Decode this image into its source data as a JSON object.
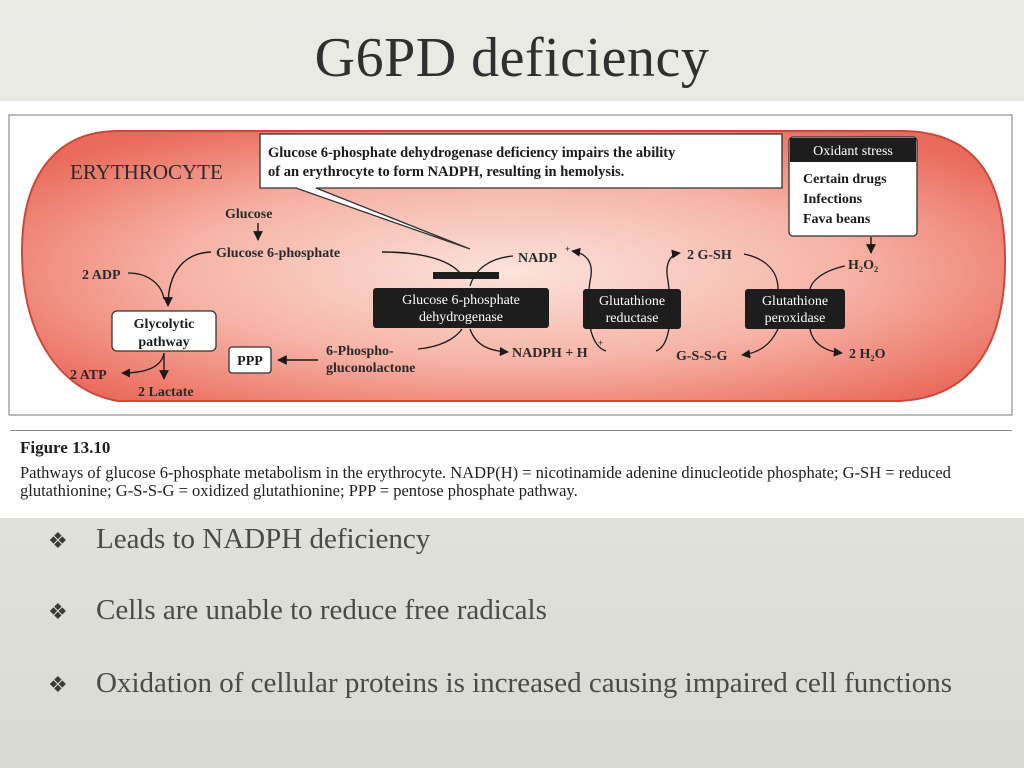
{
  "slide": {
    "title": "G6PD deficiency",
    "bullet_glyph": "❖",
    "bullets": [
      "Leads to NADPH deficiency",
      "Cells are unable to reduce free radicals",
      "Oxidation of cellular proteins is increased causing impaired cell functions"
    ]
  },
  "diagram": {
    "cell_label": "ERYTHROCYTE",
    "callout_line1": "Glucose 6-phosphate dehydrogenase deficiency impairs the ability",
    "callout_line2": "of an erythrocyte to form NADPH, resulting in hemolysis.",
    "stress_title": "Oxidant stress",
    "stress_items": [
      "Certain drugs",
      "Infections",
      "Fava beans"
    ],
    "glucose": "Glucose",
    "g6p": "Glucose 6-phosphate",
    "adp": "2 ADP",
    "glycolytic_line1": "Glycolytic",
    "glycolytic_line2": "pathway",
    "atp": "2 ATP",
    "lactate": "2 Lactate",
    "ppp": "PPP",
    "phospho_line1": "6-Phospho-",
    "phospho_line2": "gluconolactone",
    "g6pd_line1": "Glucose 6-phosphate",
    "g6pd_line2": "dehydrogenase",
    "nadp": "NADP",
    "nadp_sup": "+",
    "nadph": "NADPH + H",
    "nadph_sup": "+",
    "gr_line1": "Glutathione",
    "gr_line2": "reductase",
    "gsh": "2 G-SH",
    "gssg": "G-S-S-G",
    "gp_line1": "Glutathione",
    "gp_line2": "peroxidase",
    "h2o2": "H₂O₂",
    "h2o": "2 H₂O",
    "colors": {
      "cell_fill": "#f28878",
      "cell_stroke": "#c94a3c",
      "enzyme_box": "#1d1d1d"
    }
  },
  "caption": {
    "label": "Figure 13.10",
    "text": "Pathways of glucose 6-phosphate metabolism in the erythrocyte. NADP(H) = nicotinamide adenine dinucleotide phosphate; G-SH = reduced glutathionine; G-S-S-G = oxidized glutathionine; PPP = pentose phosphate pathway."
  }
}
